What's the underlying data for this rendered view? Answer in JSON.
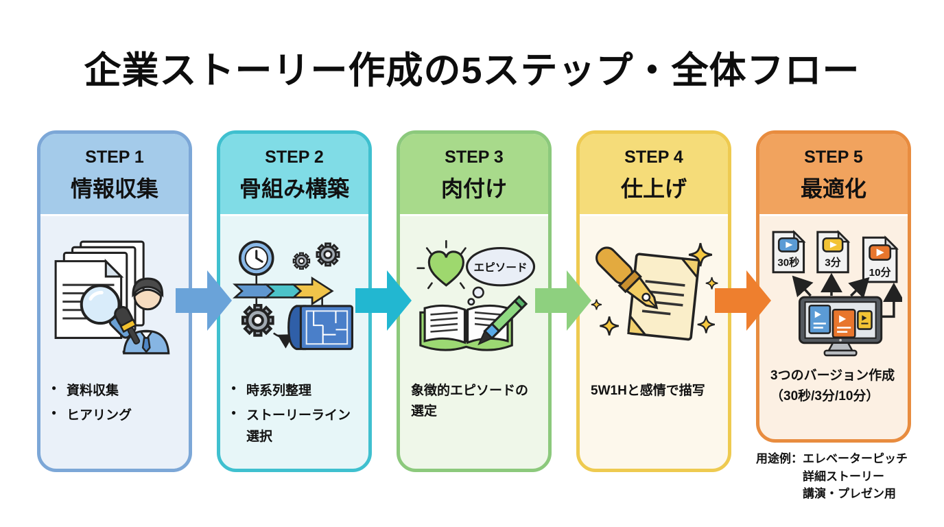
{
  "title": "企業ストーリー作成の5ステップ・全体フロー",
  "steps": [
    {
      "label": "STEP 1",
      "name": "情報収集",
      "details": [
        "資料収集",
        "ヒアリング"
      ],
      "icon": "documents-magnifier-interview",
      "colors": {
        "border": "#7ca7d7",
        "header": "#a4cbea",
        "body": "#eaf1f9",
        "arrow": "#6aa3d9"
      }
    },
    {
      "label": "STEP 2",
      "name": "骨組み構築",
      "details": [
        "時系列整理",
        "ストーリーライン選択"
      ],
      "icon": "timeline-gears-blueprint",
      "colors": {
        "border": "#3fc0cf",
        "header": "#80dce6",
        "body": "#e7f6f8",
        "arrow": "#22b7d1"
      }
    },
    {
      "label": "STEP 3",
      "name": "肉付け",
      "text": "象徴的エピソードの選定",
      "bubble_label": "エピソード",
      "icon": "heart-book-pen",
      "colors": {
        "border": "#8cc97c",
        "header": "#a8da8b",
        "body": "#eff7e9",
        "arrow": "#8ed07f"
      }
    },
    {
      "label": "STEP 4",
      "name": "仕上げ",
      "text": "5W1Hと感情で描写",
      "icon": "fountain-pen-document",
      "colors": {
        "border": "#eeca50",
        "header": "#f5dc79",
        "body": "#fdf8ec",
        "arrow": "#ee7f2e"
      }
    },
    {
      "label": "STEP 5",
      "name": "最適化",
      "text": "3つのバージョン作成（30秒/3分/10分）",
      "files": [
        {
          "label": "30秒",
          "color": "#5b9bd5"
        },
        {
          "label": "3分",
          "color": "#f2c335"
        },
        {
          "label": "10分",
          "color": "#e8762d"
        }
      ],
      "icon": "monitor-video-versions",
      "colors": {
        "border": "#e88c3f",
        "header": "#f1a35e",
        "body": "#fcf0e3"
      }
    }
  ],
  "footnote": {
    "label": "用途例：",
    "lines": [
      "エレベーターピッチ",
      "詳細ストーリー",
      "講演・プレゼン用"
    ]
  }
}
